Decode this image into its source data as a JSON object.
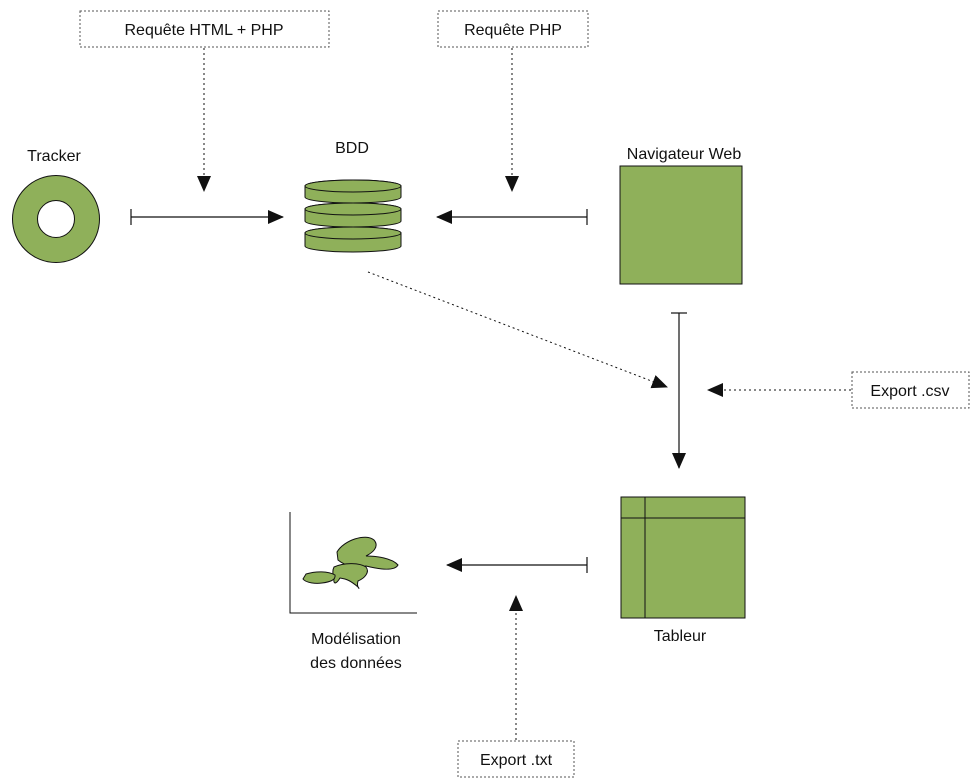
{
  "diagram": {
    "labels": {
      "tracker": "Tracker",
      "bdd": "BDD",
      "navigateur": "Navigateur Web",
      "tableur": "Tableur",
      "modelisation_line1": "Modélisation",
      "modelisation_line2": "des données"
    },
    "annotations": {
      "requete_html_php": "Requête HTML + PHP",
      "requete_php": "Requête PHP",
      "export_csv": "Export .csv",
      "export_txt": "Export .txt"
    },
    "colors": {
      "node_fill": "#8fb05a",
      "stroke": "#111111",
      "annotation_border": "#555555"
    },
    "icons": {
      "tracker": "ring-icon",
      "bdd": "database-icon",
      "navigateur": "browser-window-icon",
      "tableur": "spreadsheet-icon",
      "modelisation": "scatter-plot-icon"
    }
  }
}
